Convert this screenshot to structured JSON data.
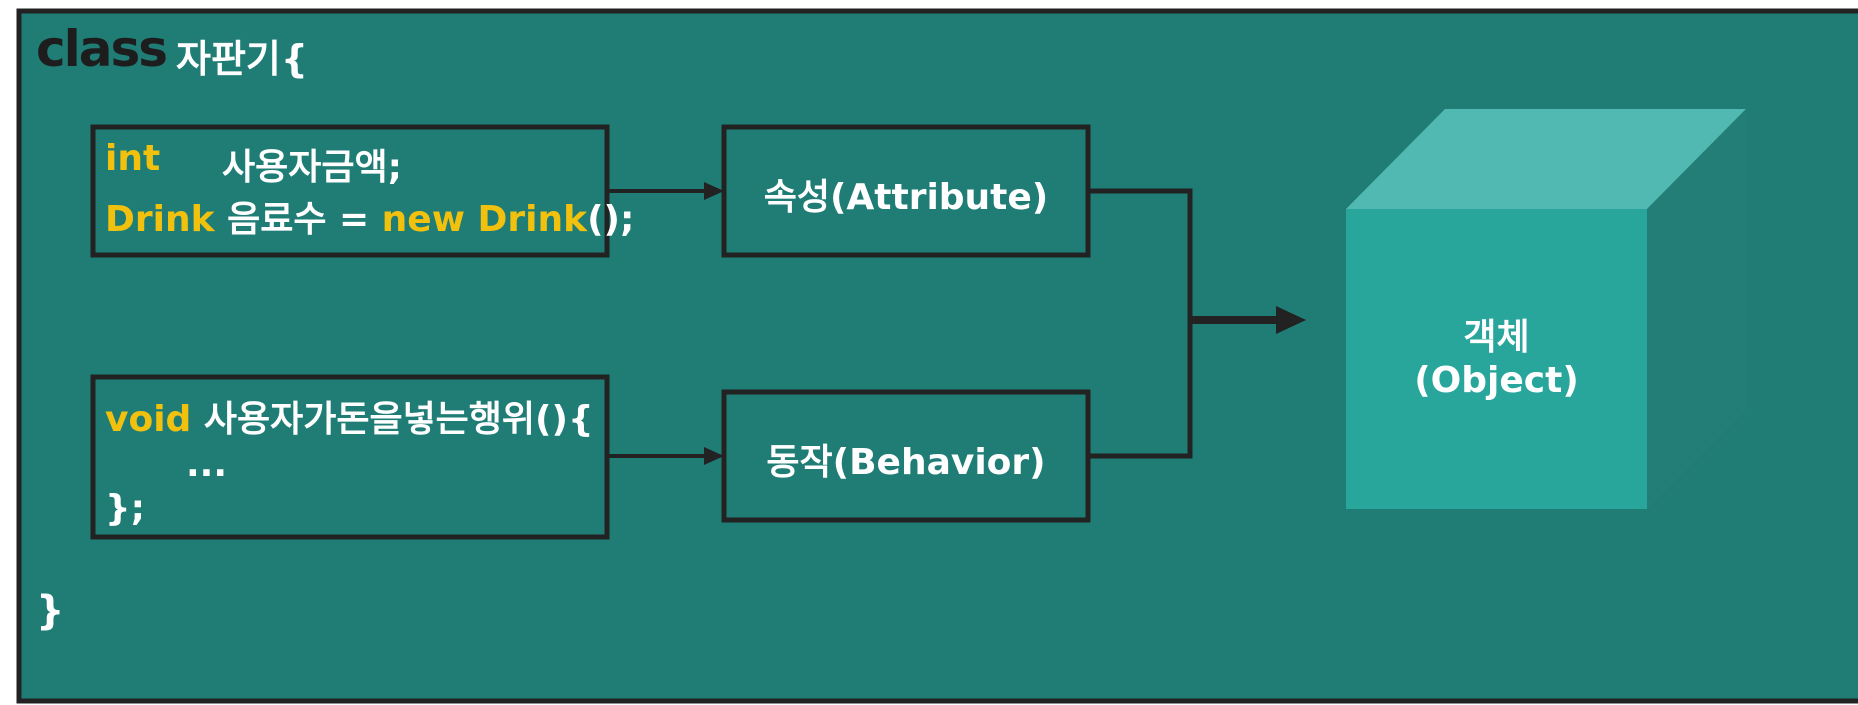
{
  "header": {
    "keyword": "class",
    "name": "자판기{"
  },
  "footer": {
    "closing": "}"
  },
  "attribute_code": {
    "line1_kw": "int",
    "line1_rest": "사용자금액;",
    "line2_kw1": "Drink",
    "line2_mid": " 음료수 = ",
    "line2_kw2": "new",
    "line2_kw3": "Drink",
    "line2_end": "();"
  },
  "behavior_code": {
    "line1_kw": "void",
    "line1_rest": " 사용자가돈을넣는행위(){",
    "line2": "...",
    "line3": "};"
  },
  "attribute_label": "속성(Attribute)",
  "behavior_label": "동작(Behavior)",
  "object_label": {
    "line1": "객체",
    "line2": "(Object)"
  },
  "colors": {
    "background": "#207d76",
    "keyword": "#f2c10e",
    "class_keyword": "#1d1d1d",
    "line": "#222222",
    "cube_front": "#28a69c",
    "cube_top": "#52b8b2",
    "cube_side": "#237e77"
  }
}
